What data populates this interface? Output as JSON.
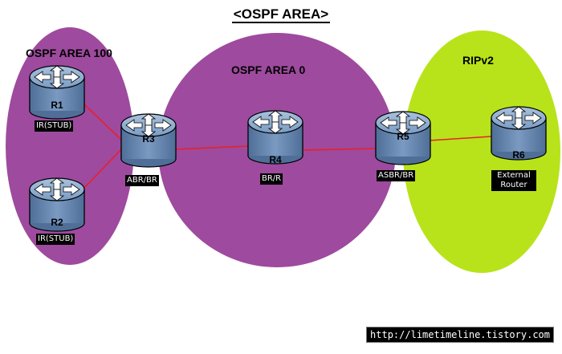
{
  "title": "<OSPF AREA>",
  "areas": {
    "area100": "OSPF AREA 100",
    "area0": "OSPF AREA 0",
    "rip": "RIPv2"
  },
  "routers": {
    "r1": {
      "name": "R1",
      "role": "IR(STUB)"
    },
    "r2": {
      "name": "R2",
      "role": "IR(STUB)"
    },
    "r3": {
      "name": "R3",
      "role": "ABR/BR"
    },
    "r4": {
      "name": "R4",
      "role": "BR/R"
    },
    "r5": {
      "name": "R5",
      "role": "ASBR/BR"
    },
    "r6": {
      "name": "R6",
      "role_line1": "External",
      "role_line2": "Router"
    }
  },
  "colors": {
    "ospf_area": "#9e4a9e",
    "rip_area": "#b8e31a",
    "router_body": "#6d8fb8",
    "link": "#e8202a"
  },
  "watermark": "http://limetimeline.tistory.com"
}
